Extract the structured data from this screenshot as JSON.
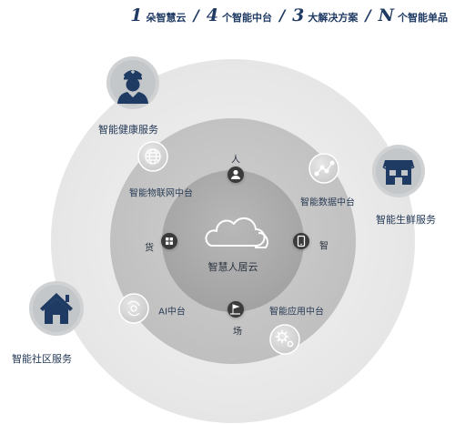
{
  "header": {
    "segments": [
      {
        "num": "1",
        "text": "朵智慧云"
      },
      {
        "num": "4",
        "text": "个智能中台"
      },
      {
        "num": "3",
        "text": "大解决方案"
      },
      {
        "num": "N",
        "text": "个智能单品"
      }
    ]
  },
  "center": {
    "label": "智慧人居云"
  },
  "inner_nodes": {
    "person": "人",
    "wisdom": "智",
    "field": "场",
    "goods": "货"
  },
  "platforms": {
    "iot": "智能物联网中台",
    "data": "智能数据中台",
    "application": "智能应用中台",
    "ai": "AI中台"
  },
  "solutions": {
    "health": "智能健康服务",
    "fresh": "智能生鲜服务",
    "community": "智能社区服务"
  },
  "colors": {
    "outer_ring": "#e9e9e9",
    "middle_ring": "#c6c6c6",
    "inner_circle": "#a9a9a9",
    "navy": "#1f3b63",
    "node_dark": "#3b3b3b"
  }
}
